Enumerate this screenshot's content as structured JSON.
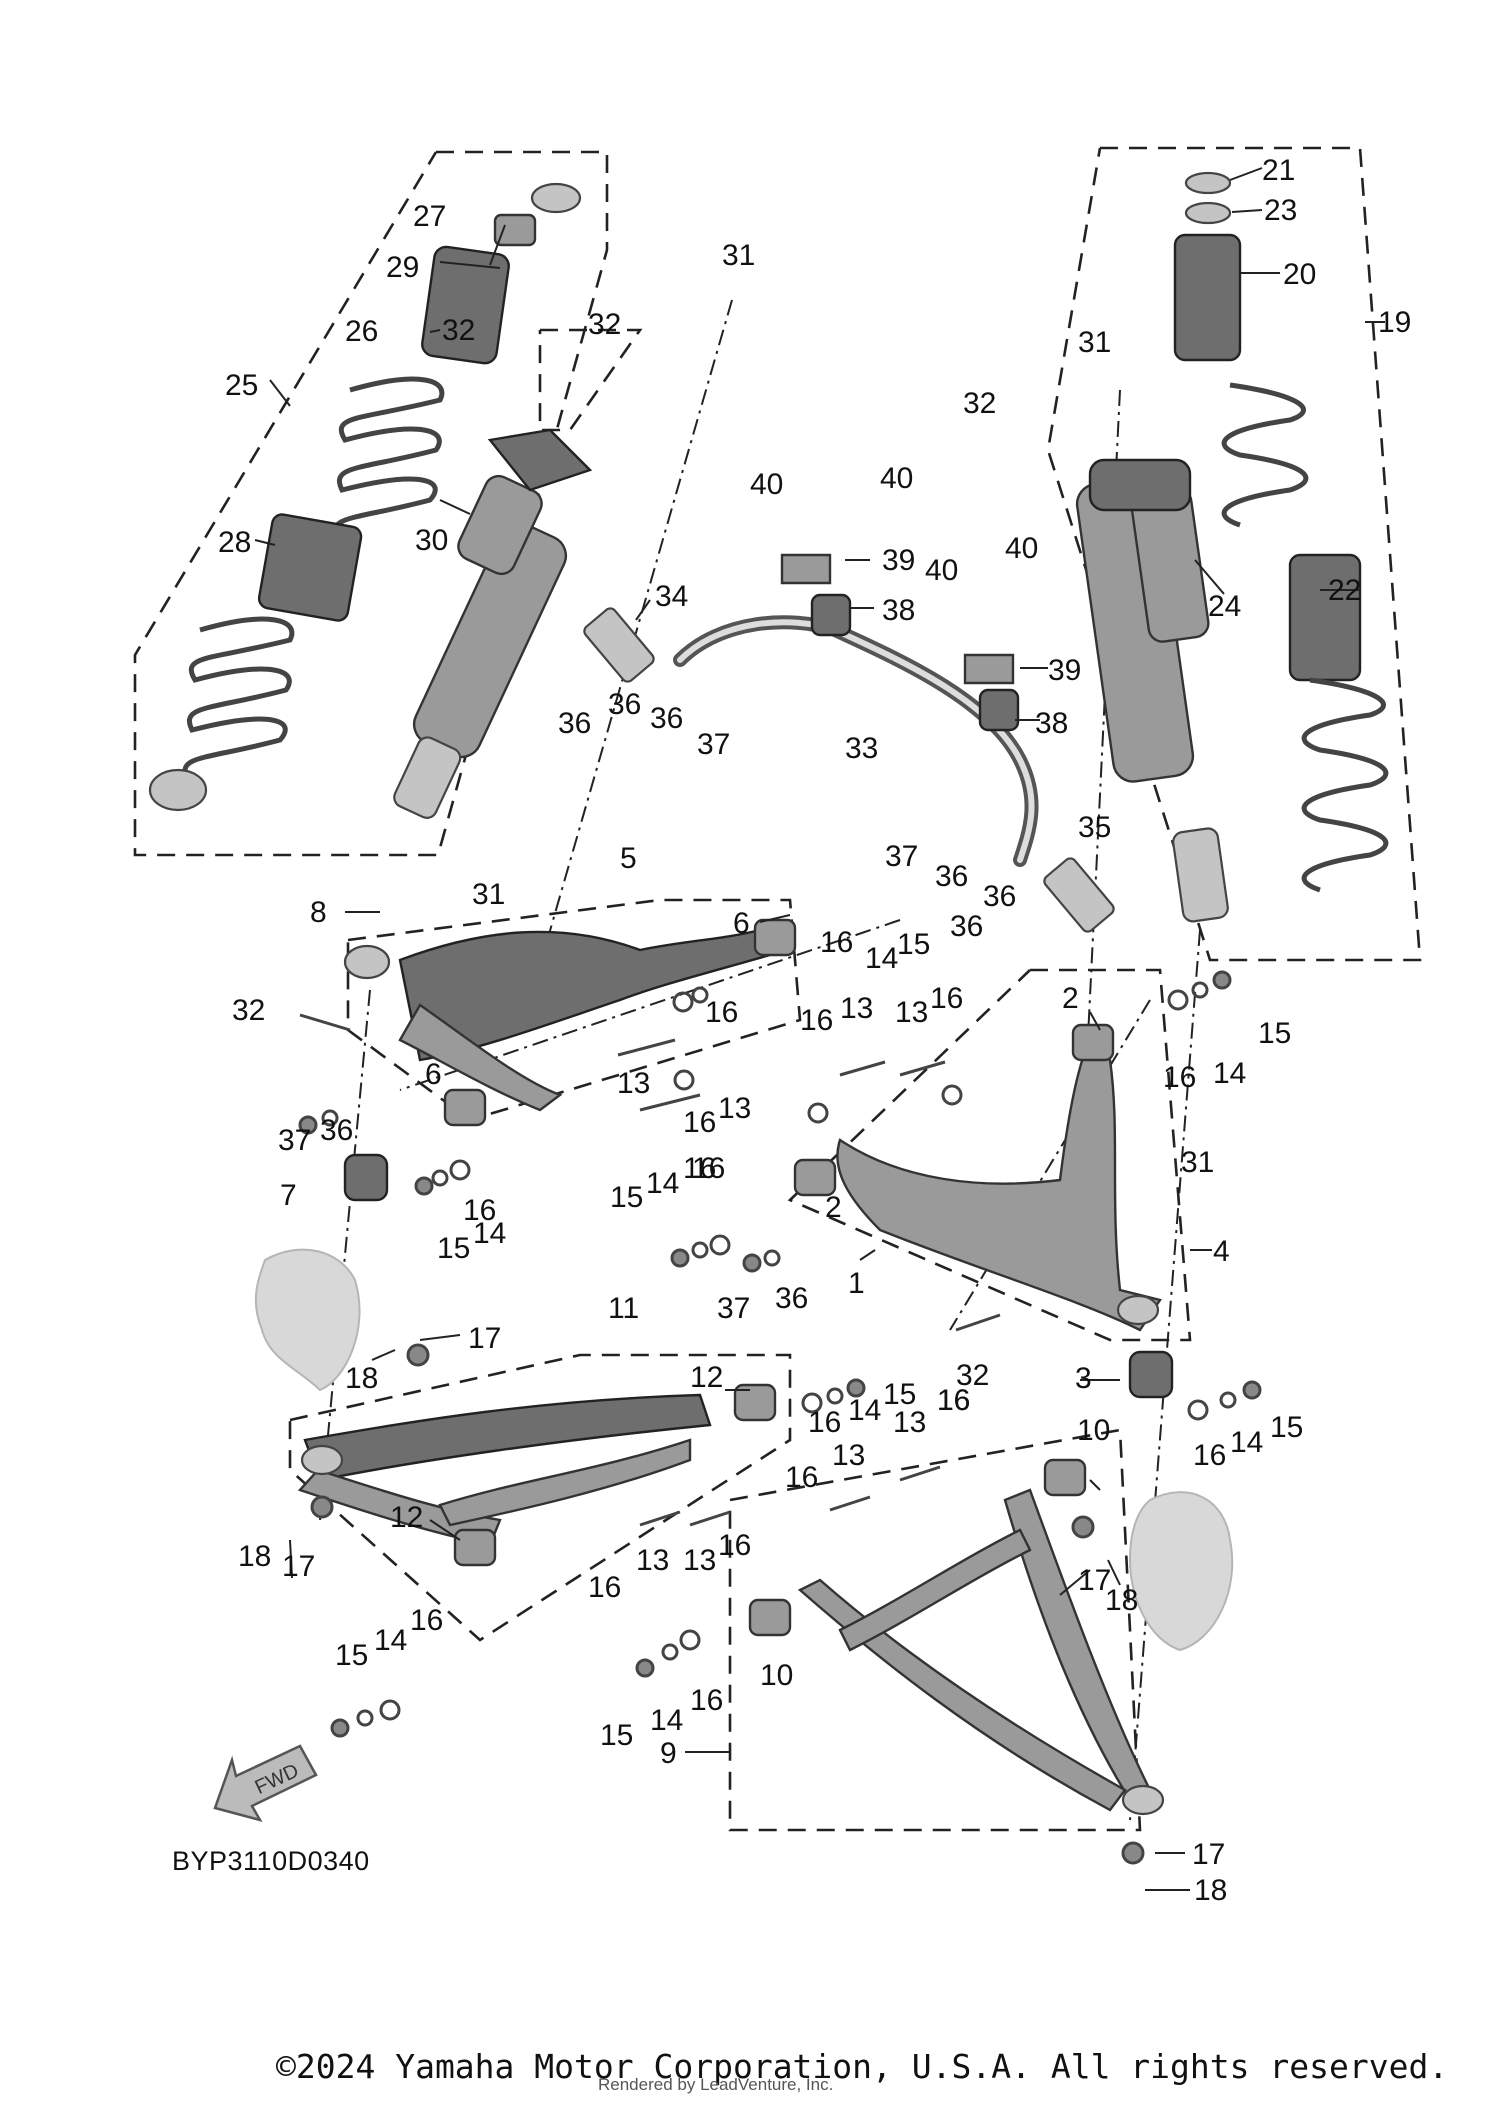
{
  "diagram": {
    "code": "BYP3110D0340",
    "copyright": "©2024 Yamaha Motor Corporation, U.S.A. All rights reserved.",
    "render_credit": "Rendered by LeadVenture, Inc.",
    "direction_arrow": "FWD",
    "callouts": [
      "21",
      "23",
      "20",
      "19",
      "31",
      "32",
      "27",
      "29",
      "26",
      "25",
      "32",
      "30",
      "28",
      "40",
      "40",
      "39",
      "38",
      "40",
      "40",
      "39",
      "38",
      "34",
      "36",
      "36",
      "36",
      "37",
      "33",
      "24",
      "22",
      "31",
      "32",
      "35",
      "37",
      "36",
      "36",
      "36",
      "5",
      "8",
      "31",
      "6",
      "16",
      "14",
      "15",
      "32",
      "16",
      "13",
      "13",
      "16",
      "16",
      "2",
      "16",
      "14",
      "15",
      "6",
      "13",
      "13",
      "37",
      "36",
      "16",
      "16",
      "7",
      "15",
      "14",
      "16",
      "15",
      "14",
      "16",
      "2",
      "31",
      "4",
      "1",
      "37",
      "36",
      "17",
      "18",
      "11",
      "12",
      "16",
      "14",
      "15",
      "32",
      "3",
      "16",
      "13",
      "13",
      "16",
      "10",
      "16",
      "14",
      "15",
      "12",
      "18",
      "17",
      "16",
      "13",
      "13",
      "16",
      "16",
      "17",
      "18",
      "15",
      "14",
      "16",
      "16",
      "14",
      "15",
      "10",
      "9",
      "17",
      "18"
    ]
  }
}
